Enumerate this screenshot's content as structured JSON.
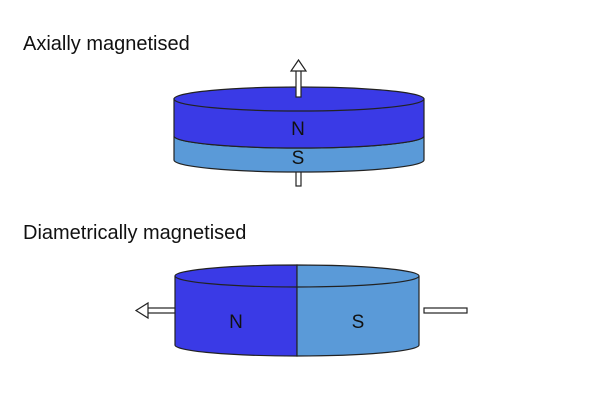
{
  "headings": {
    "axial": "Axially magnetised",
    "diametric": "Diametrically magnetised"
  },
  "axial_magnet": {
    "north_label": "N",
    "south_label": "S",
    "arrow_direction": "up",
    "north_color": "#3a3ae6",
    "south_color": "#5a9ad8"
  },
  "diametric_magnet": {
    "north_label": "N",
    "south_label": "S",
    "arrow_direction": "left",
    "north_color": "#3a3ae6",
    "south_color": "#5a9ad8"
  },
  "colors": {
    "outline": "#222222",
    "text": "#111111",
    "background": "#ffffff"
  }
}
